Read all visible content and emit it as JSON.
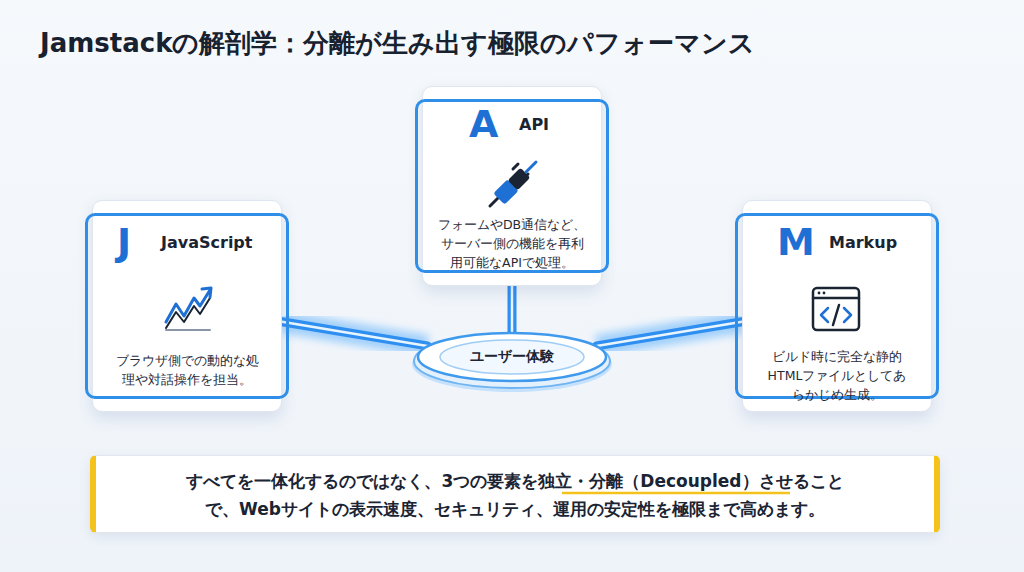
{
  "diagram": {
    "title": "Jamstackの解剖学：分離が生み出す極限のパフォーマンス",
    "nodes": [
      {
        "text": [
          "A",
          "API",
          "フォームやDB通信など、サーバー側の機能を再利用可能なAPIで処理。"
        ]
      },
      {
        "text": [
          "J",
          "JavaScript",
          "ブラウザ側での動的な処理や対話操作を担当。"
        ]
      },
      {
        "text": [
          "M",
          "Markup",
          "ビルド時に完全な静的HTMLファイルとしてあらかじめ生成。"
        ]
      },
      {
        "text": [
          "ユーザー体験"
        ]
      },
      {
        "text": [
          "すべてを一体化するのではなく、3つの要素を独立・分離（Decoupled）させることで、Webサイトの表示速度、セキュリティ、運用の安定性を極限まで高めます。"
        ]
      }
    ],
    "edges": [
      {
        "from": 1,
        "to": 3,
        "arrow": "none"
      },
      {
        "from": 0,
        "to": 3,
        "arrow": "none"
      },
      {
        "from": 2,
        "to": 3,
        "arrow": "none"
      }
    ]
  }
}
